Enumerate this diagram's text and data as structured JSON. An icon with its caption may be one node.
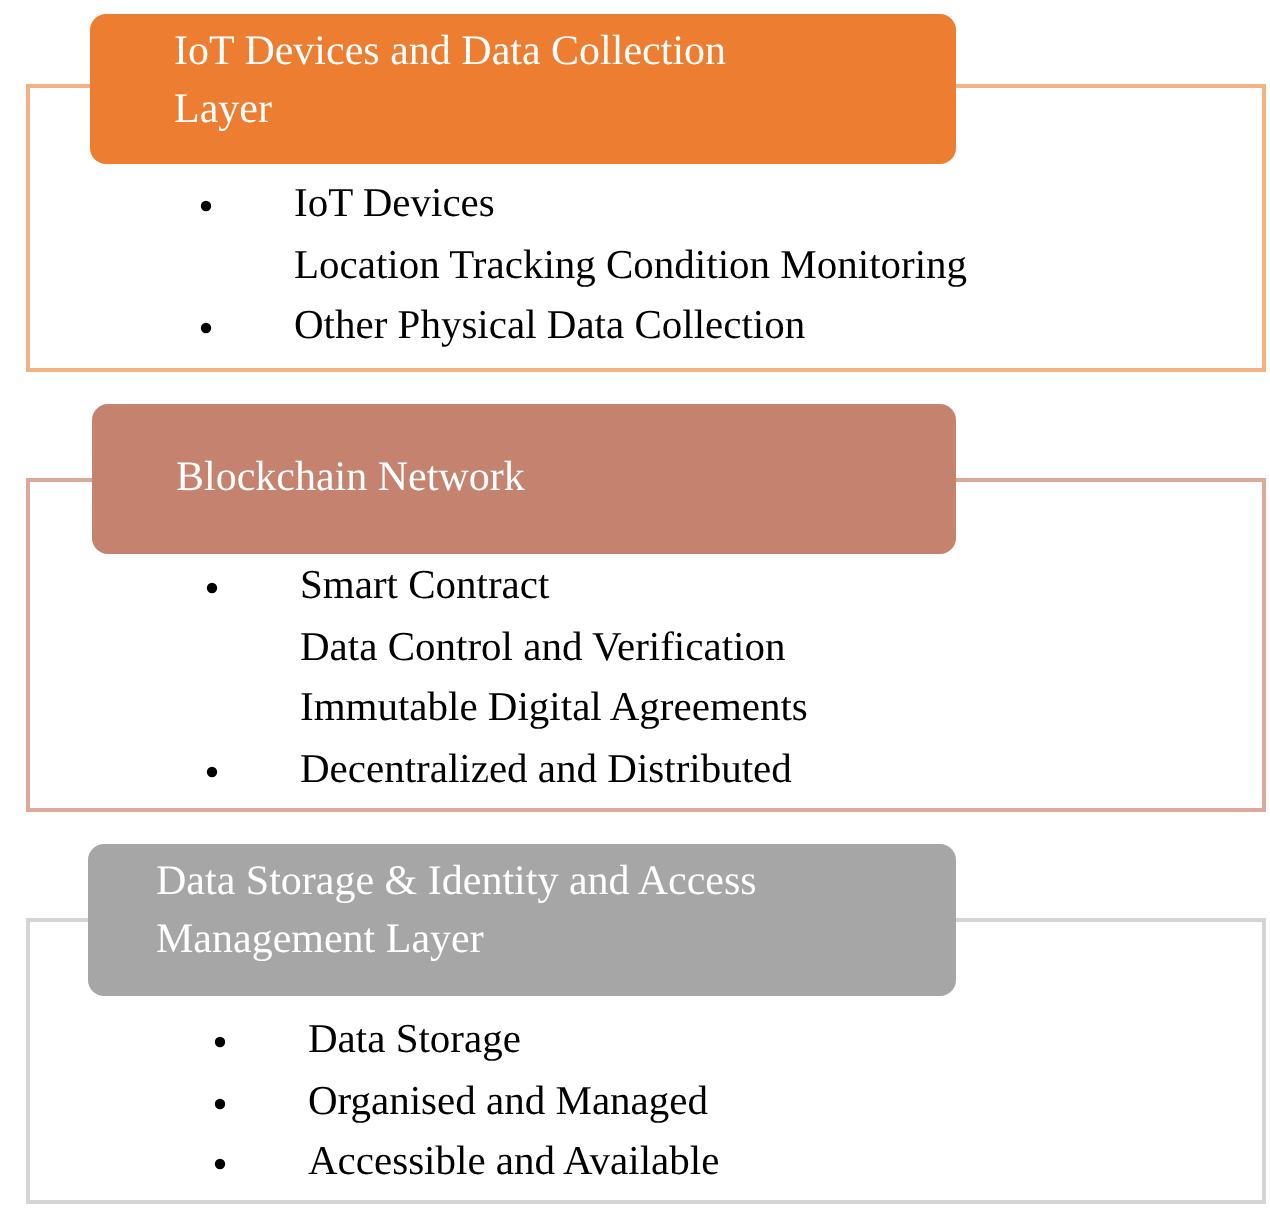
{
  "diagram": {
    "nodes": [
      {
        "text": [
          "IoT Devices and Data Collection Layer"
        ]
      },
      {
        "text": [
          "IoT Devices",
          "Location Tracking Condition Monitoring",
          "Other Physical Data Collection"
        ]
      },
      {
        "text": [
          "Blockchain Network"
        ]
      },
      {
        "text": [
          "Smart Contract",
          "Data Control and Verification",
          "Immutable Digital Agreements",
          "Decentralized and Distributed"
        ]
      },
      {
        "text": [
          "Data Storage & Identity and Access Management Layer"
        ]
      },
      {
        "text": [
          "Data Storage",
          "Organised and Managed",
          "Accessible and Available"
        ]
      }
    ]
  }
}
